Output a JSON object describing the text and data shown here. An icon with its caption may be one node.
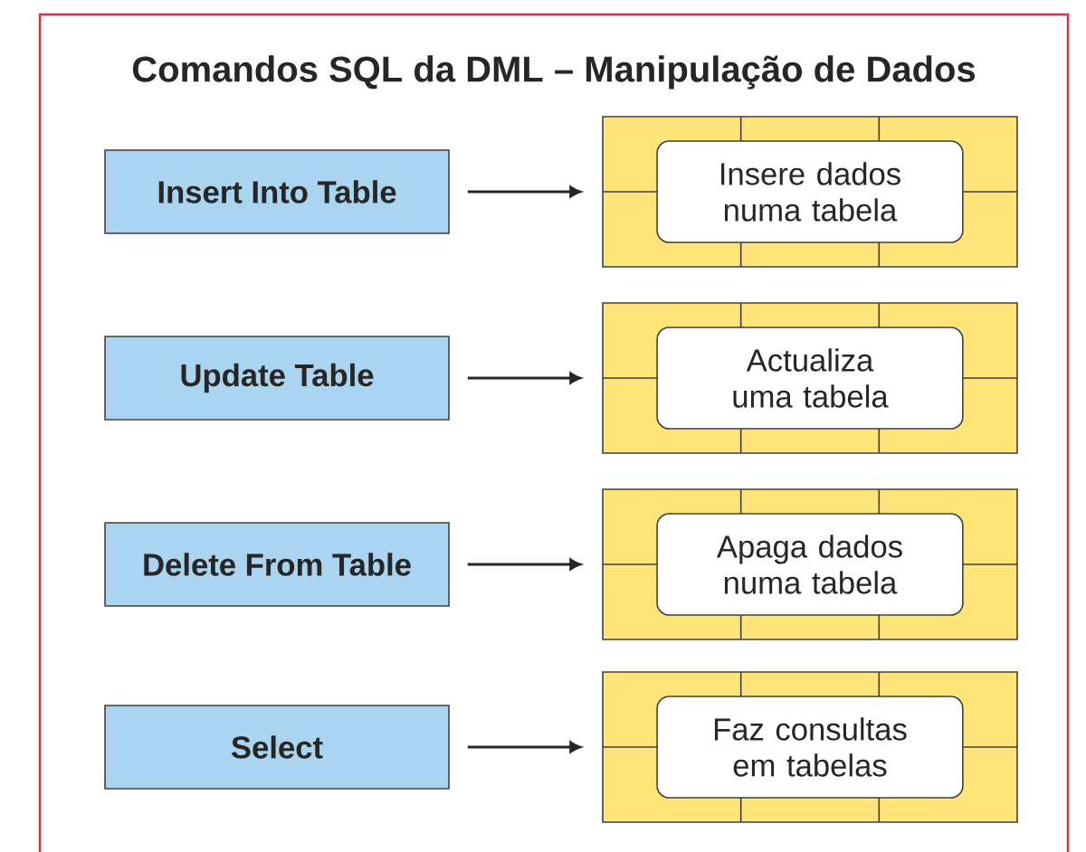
{
  "diagram": {
    "title": "Comandos SQL da DML – Manipulação de Dados",
    "nodes": [
      {
        "text": [
          "Insert Into Table"
        ]
      },
      {
        "text": [],
        "shape": "box"
      },
      {
        "text": [
          "Insere dados numa tabela"
        ],
        "in": 1
      },
      {
        "text": [
          "Update Table"
        ]
      },
      {
        "text": [],
        "shape": "box"
      },
      {
        "text": [
          "Actualiza uma tabela"
        ],
        "in": 4
      },
      {
        "text": [
          "Delete From Table"
        ]
      },
      {
        "text": [],
        "shape": "box"
      },
      {
        "text": [
          "Apaga dados numa tabela"
        ],
        "in": 7
      },
      {
        "text": [
          "Select"
        ]
      },
      {
        "text": [],
        "shape": "box"
      },
      {
        "text": [
          "Faz consultas em tabelas"
        ],
        "in": 10
      }
    ],
    "edges": [
      {
        "from": 0,
        "to": 1,
        "arrow": "to"
      },
      {
        "from": 3,
        "to": 4,
        "arrow": "to"
      },
      {
        "from": 6,
        "to": 7,
        "arrow": "to"
      },
      {
        "from": 9,
        "to": 10,
        "arrow": "to"
      }
    ]
  }
}
